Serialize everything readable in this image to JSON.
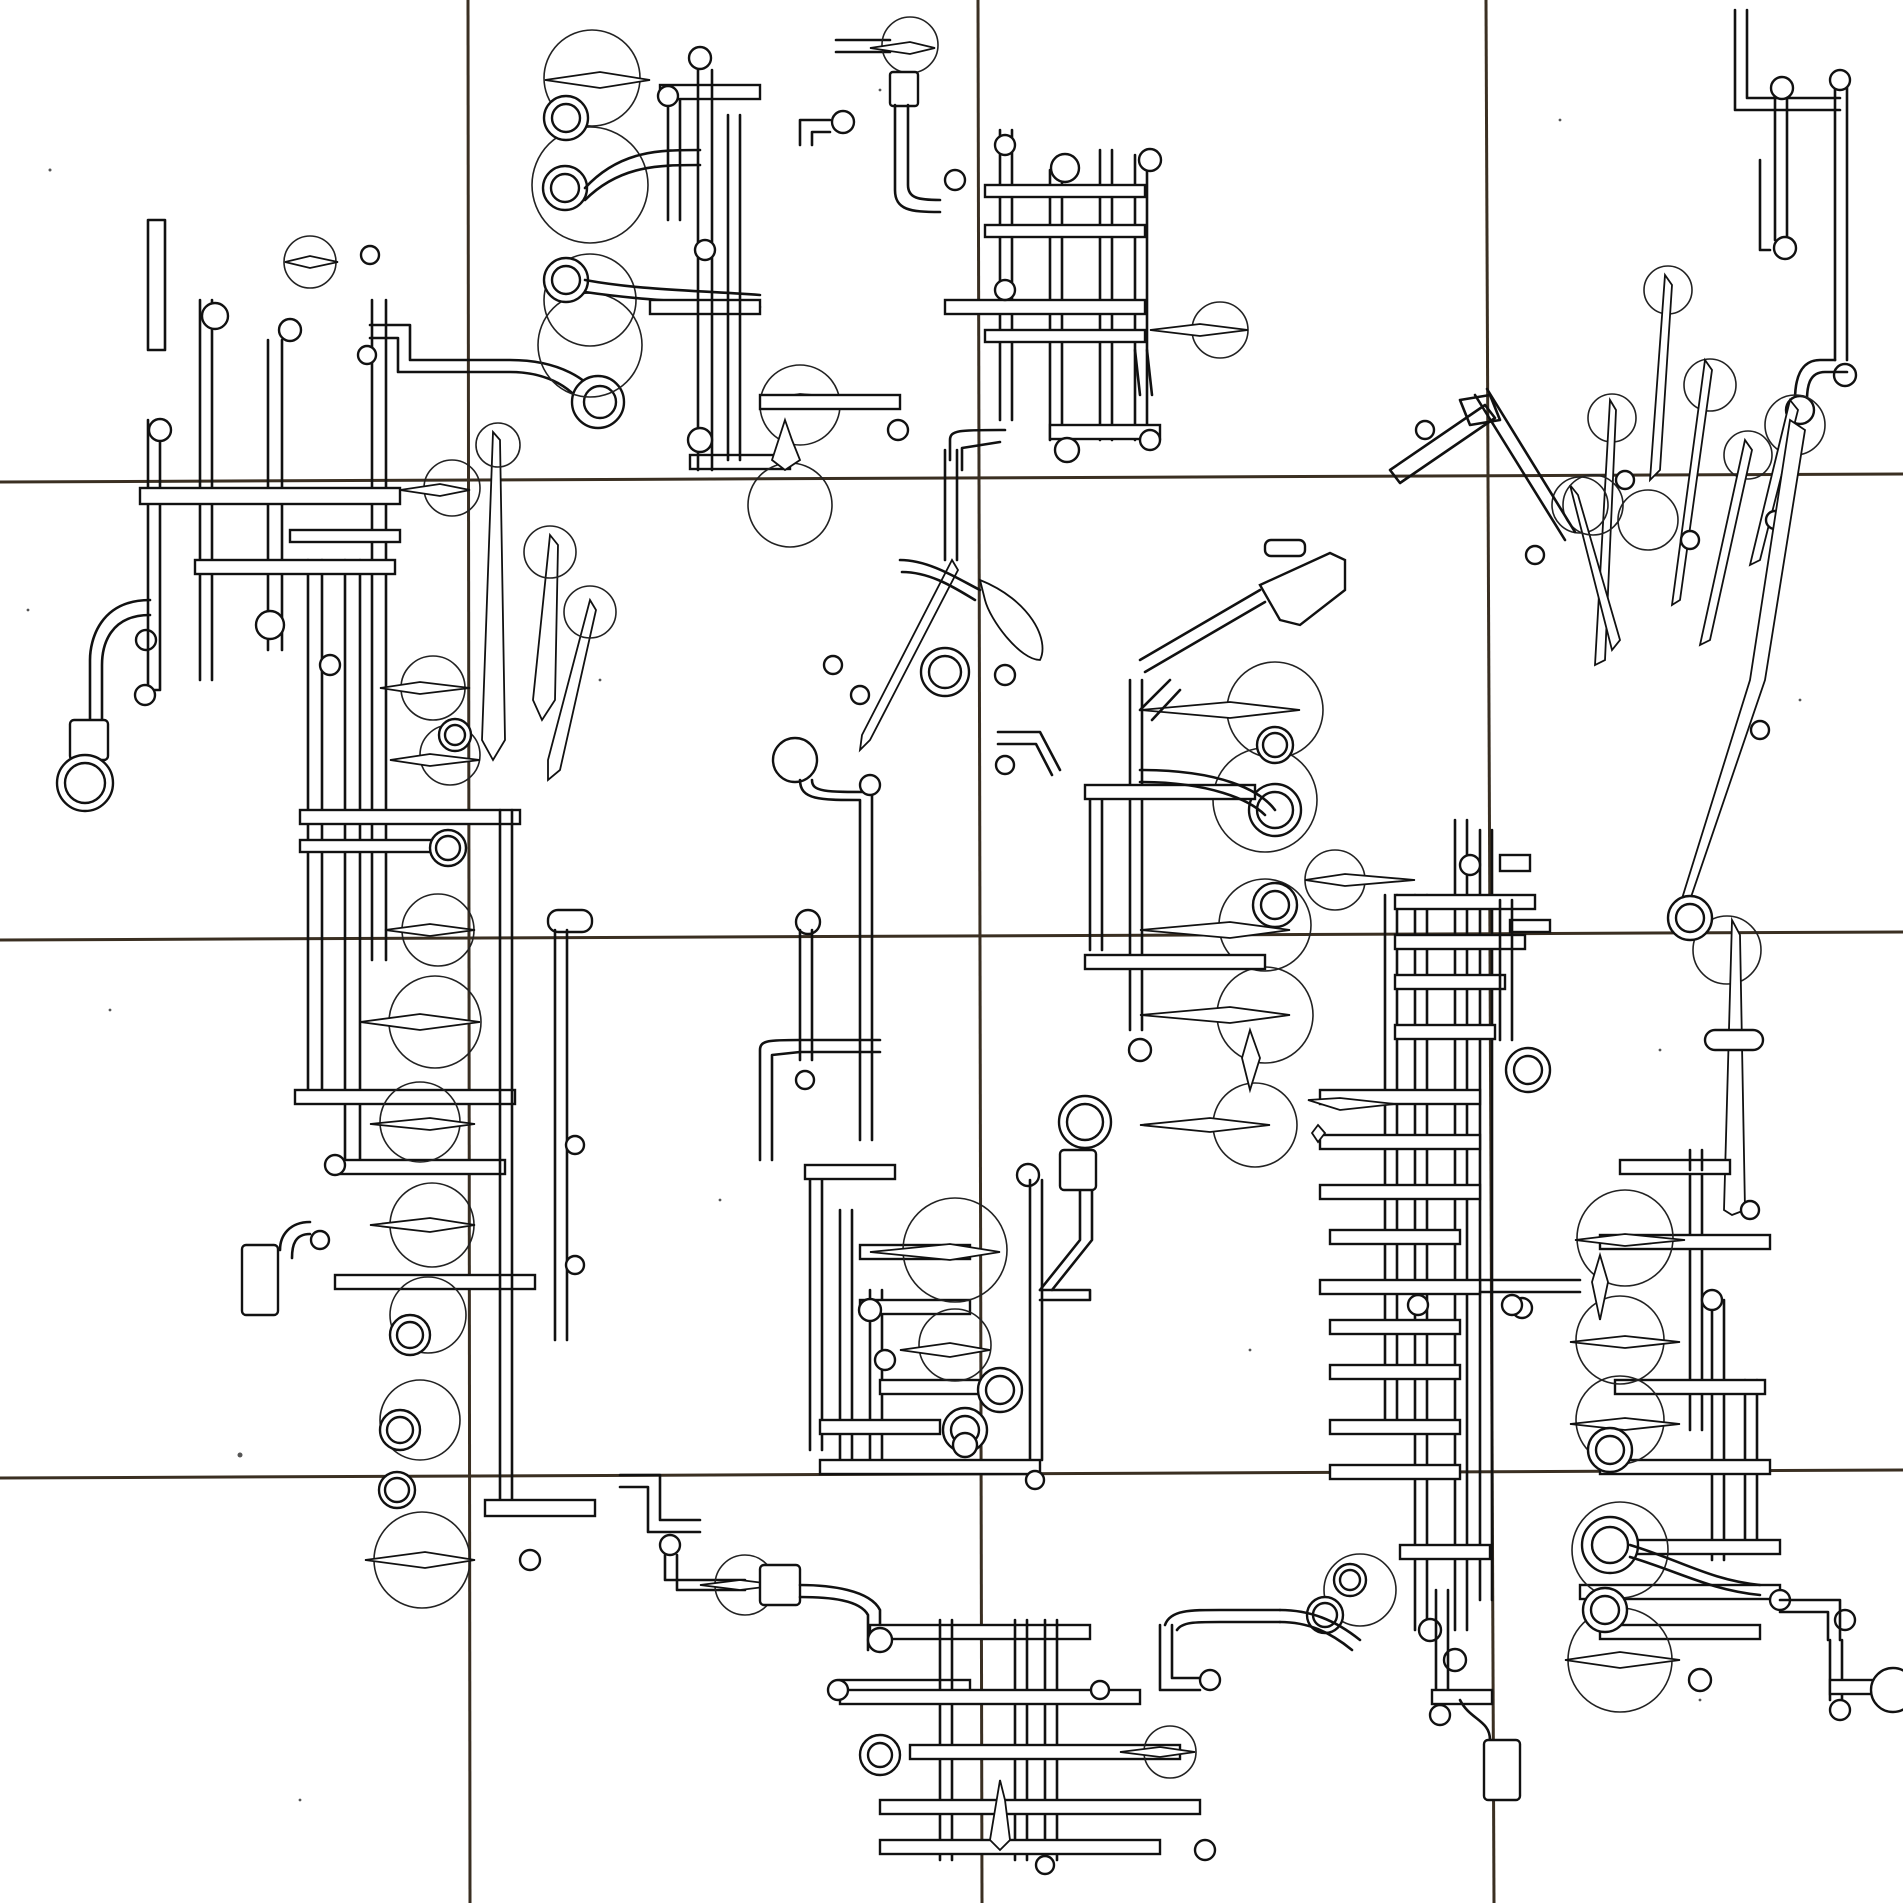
{
  "drawing": {
    "background": "#ffffff",
    "ink_color": "#111111",
    "grid_color": "#3a2f22",
    "grid": {
      "columns": 4,
      "rows": 4
    },
    "elements": [
      "bar-cluster",
      "blade-stroke",
      "disc",
      "ring-handle",
      "knob",
      "crank-arm",
      "spatula-head"
    ]
  }
}
